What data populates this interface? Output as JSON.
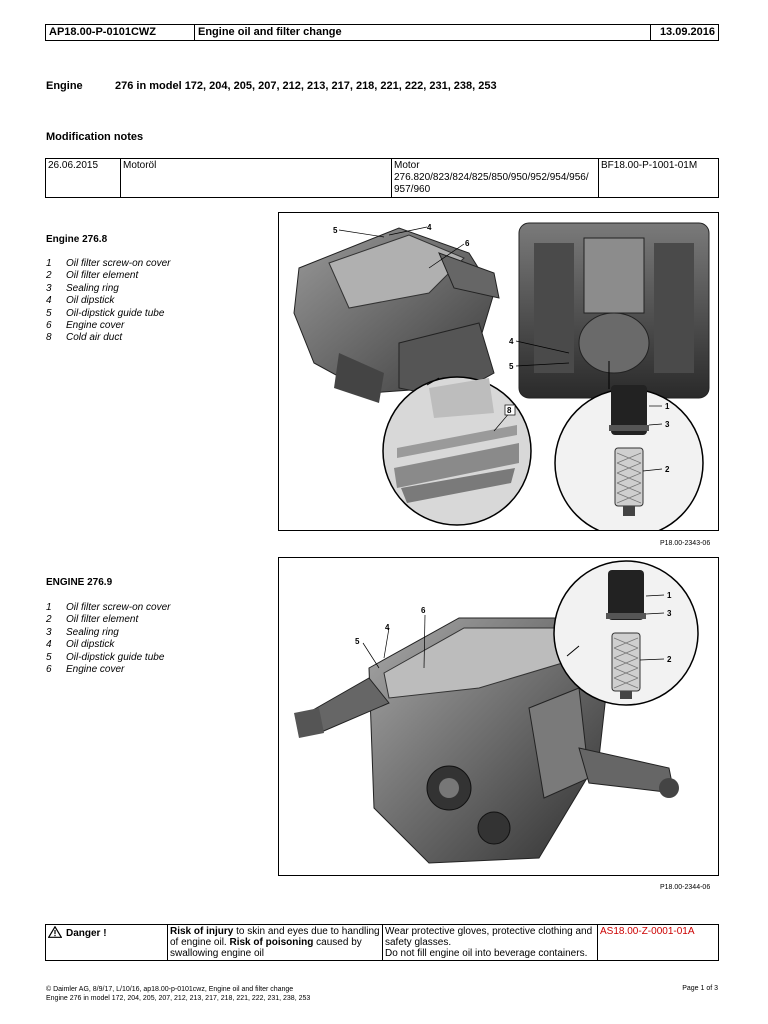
{
  "header": {
    "doc_id": "AP18.00-P-0101CWZ",
    "title": "Engine oil and filter change",
    "date": "13.09.2016"
  },
  "engine": {
    "label": "Engine",
    "models": "276 in model 172, 204, 205, 207, 212, 213, 217, 218, 221, 222, 231, 238, 253"
  },
  "modification": {
    "title": "Modification notes",
    "row": {
      "date": "26.06.2015",
      "topic": "Motoröl",
      "engine_line1": "Motor",
      "engine_line2": "276.820/823/824/825/850/950/952/954/956/",
      "engine_line3": "957/960",
      "ref": "BF18.00-P-1001-01M"
    }
  },
  "section1": {
    "title": "Engine 276.8",
    "legend": [
      {
        "num": "1",
        "text": "Oil filter screw-on cover"
      },
      {
        "num": "2",
        "text": "Oil filter element"
      },
      {
        "num": "3",
        "text": "Sealing ring"
      },
      {
        "num": "4",
        "text": "Oil dipstick"
      },
      {
        "num": "5",
        "text": "Oil-dipstick guide tube"
      },
      {
        "num": "6",
        "text": "Engine cover"
      },
      {
        "num": "8",
        "text": "Cold air duct"
      }
    ],
    "callouts": [
      "5",
      "4",
      "6",
      "4",
      "5",
      "8",
      "1",
      "3",
      "2"
    ],
    "figure_code": "P18.00-2343-06"
  },
  "section2": {
    "title": "ENGINE 276.9",
    "legend": [
      {
        "num": "1",
        "text": "Oil filter screw-on cover"
      },
      {
        "num": "2",
        "text": "Oil filter element"
      },
      {
        "num": "3",
        "text": "Sealing ring"
      },
      {
        "num": "4",
        "text": "Oil dipstick"
      },
      {
        "num": "5",
        "text": "Oil-dipstick guide tube"
      },
      {
        "num": "6",
        "text": "Engine cover"
      }
    ],
    "callouts": [
      "6",
      "4",
      "5",
      "1",
      "3",
      "2"
    ],
    "figure_code": "P18.00-2344-06"
  },
  "danger": {
    "label": "Danger !",
    "icon": "warning-triangle-icon",
    "risk_bold1": "Risk of injury",
    "risk_text1": " to skin and eyes due to handling of engine oil. ",
    "risk_bold2": "Risk of poisoning",
    "risk_text2": " caused by swallowing engine oil",
    "measure1": "Wear protective gloves, protective clothing and safety glasses.",
    "measure2": "Do not fill engine oil into beverage containers.",
    "doc_ref": "AS18.00-Z-0001-01A",
    "doc_ref_color": "#cc0000"
  },
  "footer": {
    "line1": "© Daimler AG, 8/9/17, L/10/16, ap18.00-p-0101cwz, Engine oil and filter change",
    "line2": "Engine 276 in model 172, 204, 205, 207, 212, 213, 217, 218, 221, 222, 231, 238, 253",
    "page": "Page 1 of 3"
  }
}
